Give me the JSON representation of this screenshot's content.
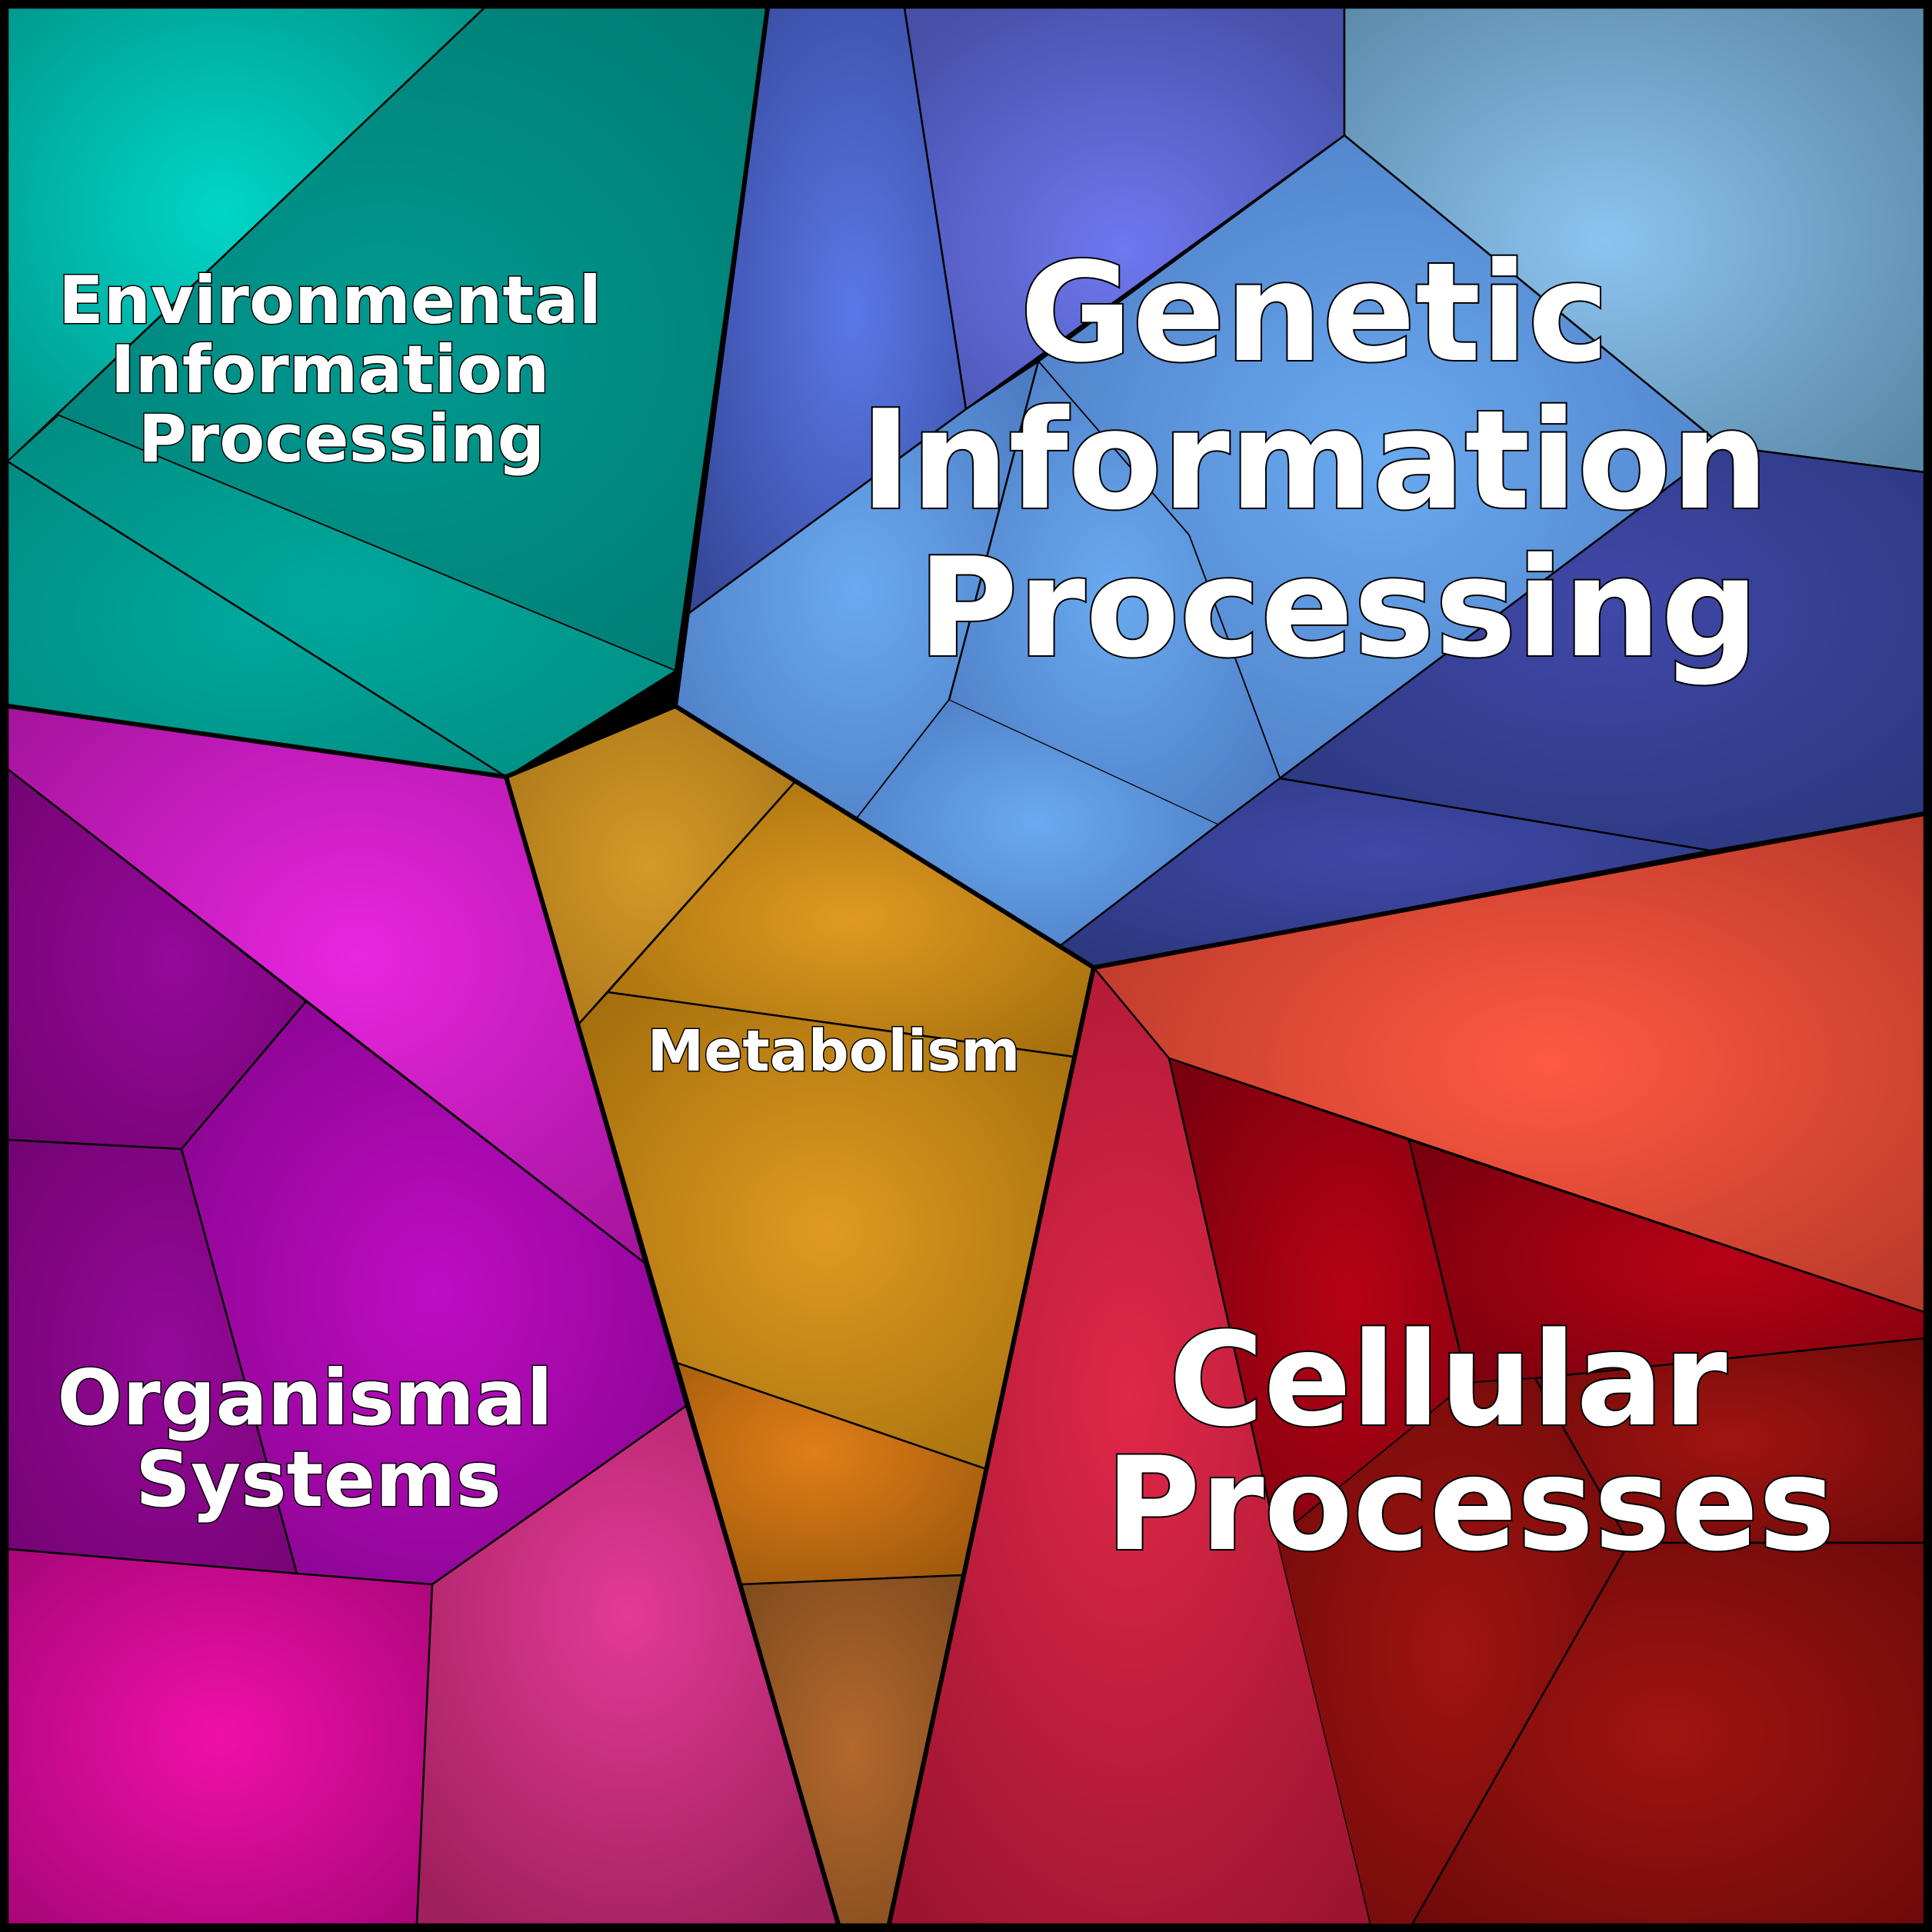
{
  "categories": [
    {
      "key": "environmental",
      "lines": [
        "Environmental",
        "Information",
        "Processing"
      ],
      "color": "#00a39a"
    },
    {
      "key": "genetic",
      "lines": [
        "Genetic",
        "Information",
        "Processing"
      ],
      "color": "#4a6fd1"
    },
    {
      "key": "metabolism",
      "lines": [
        "Metabolism"
      ],
      "color": "#c8861a"
    },
    {
      "key": "organismal",
      "lines": [
        "Organismal",
        "Systems"
      ],
      "color": "#b014b4"
    },
    {
      "key": "cellular",
      "lines": [
        "Cellular",
        "Processes"
      ],
      "color": "#b51b2e"
    }
  ]
}
